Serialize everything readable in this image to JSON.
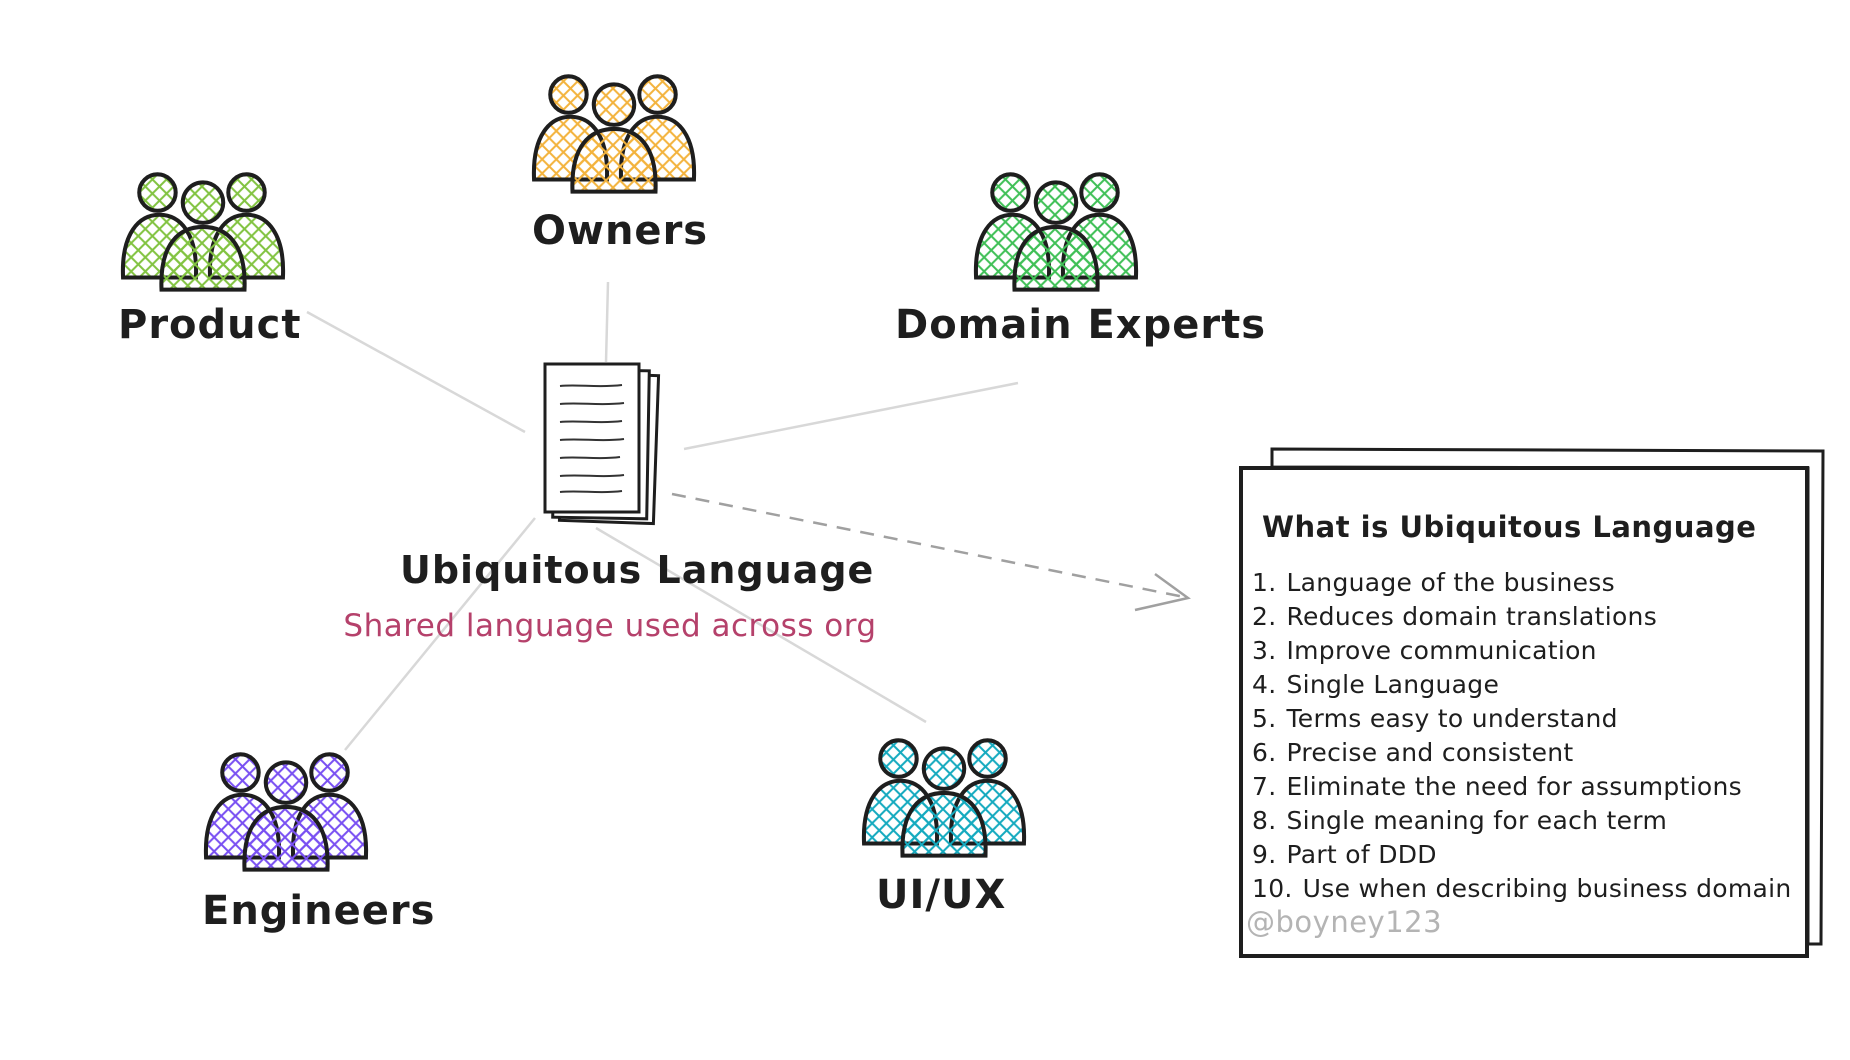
{
  "groups": {
    "owners": {
      "label": "Owners",
      "color": "#f3b33d"
    },
    "product": {
      "label": "Product",
      "color": "#82c341"
    },
    "domain_experts": {
      "label": "Domain Experts",
      "color": "#40c057"
    },
    "engineers": {
      "label": "Engineers",
      "color": "#7950f2"
    },
    "uiux": {
      "label": "UI/UX",
      "color": "#15aabf"
    }
  },
  "center": {
    "title": "Ubiquitous Language",
    "subtitle": "Shared language used across org",
    "subtitle_color": "#b5416b"
  },
  "card": {
    "title": "What is Ubiquitous Language",
    "items": [
      {
        "num": "1.",
        "text": "Language of the business"
      },
      {
        "num": "2.",
        "text": "Reduces domain translations"
      },
      {
        "num": "3.",
        "text": "Improve communication"
      },
      {
        "num": "4.",
        "text": "Single Language"
      },
      {
        "num": "5.",
        "text": "Terms easy to understand"
      },
      {
        "num": "6.",
        "text": "Precise and consistent"
      },
      {
        "num": "7.",
        "text": "Eliminate the need for assumptions"
      },
      {
        "num": "8.",
        "text": "Single meaning for each term"
      },
      {
        "num": "9.",
        "text": "Part of DDD"
      },
      {
        "num": "10.",
        "text": "Use when describing business domain"
      }
    ],
    "watermark": "@boyney123"
  },
  "icons": {
    "people": "people-group-icon",
    "document": "document-stack-icon",
    "arrow": "dashed-arrow"
  }
}
